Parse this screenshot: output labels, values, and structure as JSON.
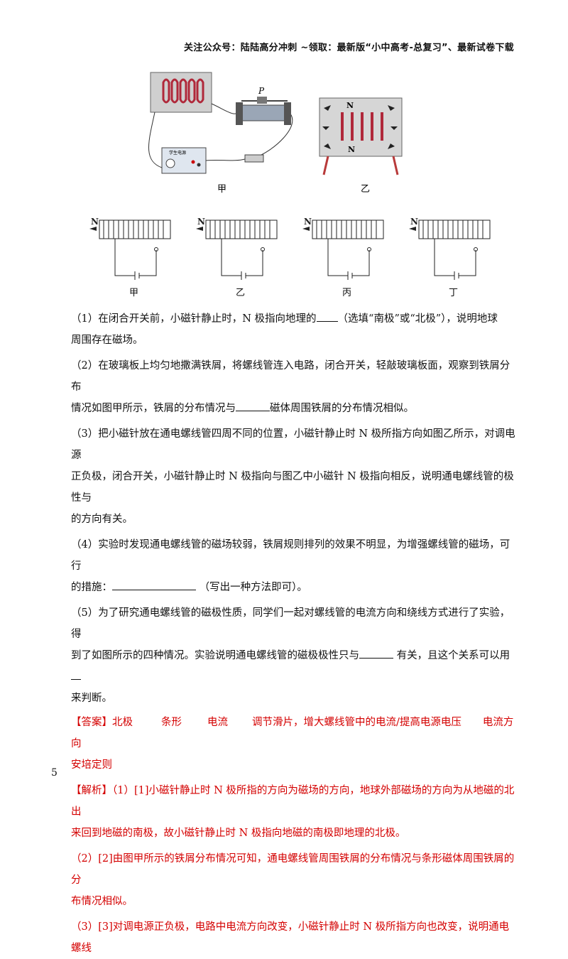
{
  "header": "关注公众号：陆陆高分冲刺  ~领取：最新版“小中高考-总复习”、最新试卷下载",
  "figures": {
    "top_labels": [
      "甲",
      "乙"
    ],
    "top_right_labels": [
      "N",
      "N"
    ],
    "supply_label": "学生电源",
    "rheostat_label": "P",
    "bottom_labels": [
      "甲",
      "乙",
      "丙",
      "丁"
    ],
    "bottom_n": "N"
  },
  "questions": {
    "q1_a": "（1）在闭合开关前，小磁针静止时，N 极指向地理的",
    "q1_b": "（选填“南极”或“北极”），说明地球",
    "q1_c": "周围存在磁场。",
    "q2_a": "（2）在玻璃板上均匀地撒满铁屑，将螺线管连入电路，闭合开关，轻敲玻璃板面，观察到铁屑分布",
    "q2_b": "情况如图甲所示，铁屑的分布情况与",
    "q2_c": "磁体周围铁屑的分布情况相似。",
    "q3_a": "（3）把小磁针放在通电螺线管四周不同的位置，小磁针静止时 N 极所指方向如图乙所示，对调电源",
    "q3_b": "正负极，闭合开关，小磁针静止时 N 极指向与图乙中小磁针 N 极指向相反，说明通电螺线管的极性与",
    "q3_c": "的方向有关。",
    "q4_a": "（4）实验时发现通电螺线管的磁场较弱，铁屑规则排列的效果不明显，为增强螺线管的磁场，可行",
    "q4_b": "的措施：",
    "q4_c": "（写出一种方法即可）。",
    "q5_a": "（5）为了研究通电螺线管的磁极性质，同学们一起对螺线管的电流方向和绕线方式进行了实验，得",
    "q5_b": "到了如图所示的四种情况。实验说明通电螺线管的磁极极性只与",
    "q5_c": "有关，且这个关系可以用",
    "q5_d": "来判断。"
  },
  "answer": {
    "label": "【答案】",
    "items": [
      "北极",
      "条形",
      "电流",
      "调节滑片，增大螺线管中的电流/提高电源电压",
      "电流方向"
    ],
    "tail": "安培定则"
  },
  "analysis": {
    "label": "【解析】",
    "p1_a": "（1）[1]小磁针静止时 N 极所指的方向为磁场的方向，地球外部磁场的方向为从地磁的北出",
    "p1_b": "来回到地磁的南极，故小磁针静止时 N 极指向地磁的南极即地理的北极。",
    "p2_a": "（2）[2]由图甲所示的铁屑分布情况可知，通电螺线管周围铁屑的分布情况与条形磁体周围铁屑的分",
    "p2_b": "布情况相似。",
    "p3_a": "（3）[3]对调电源正负极，电路中电流方向改变，小磁针静止时 N 极所指方向也改变，说明通电螺线"
  },
  "page_number": "5"
}
